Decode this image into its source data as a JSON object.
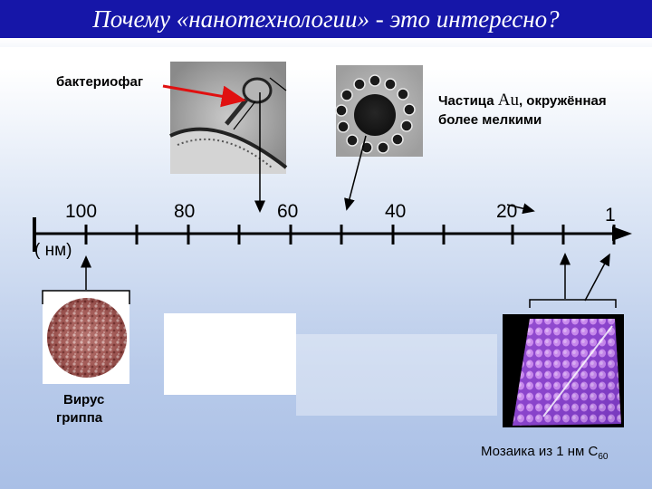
{
  "slide": {
    "title": "Почему «нанотехнологии» - это интересно?"
  },
  "labels": {
    "bacteriophage": "бактериофаг",
    "au_particle_prefix": "Частица ",
    "au_symbol": "Au",
    "au_particle_suffix": ", окружённая",
    "au_particle_line2": "более мелкими",
    "unit": "( нм)",
    "influenza_line1": "Вирус",
    "influenza_line2": "гриппа",
    "mosaic_text": "Мозаика из 1 нм C",
    "mosaic_sub": "60"
  },
  "scale": {
    "tick_labels": [
      "100",
      "80",
      "60",
      "40",
      "20",
      "1"
    ]
  },
  "colors": {
    "title_bar": "#1616a8",
    "arrow_red": "#e01010",
    "axis": "#000000"
  }
}
